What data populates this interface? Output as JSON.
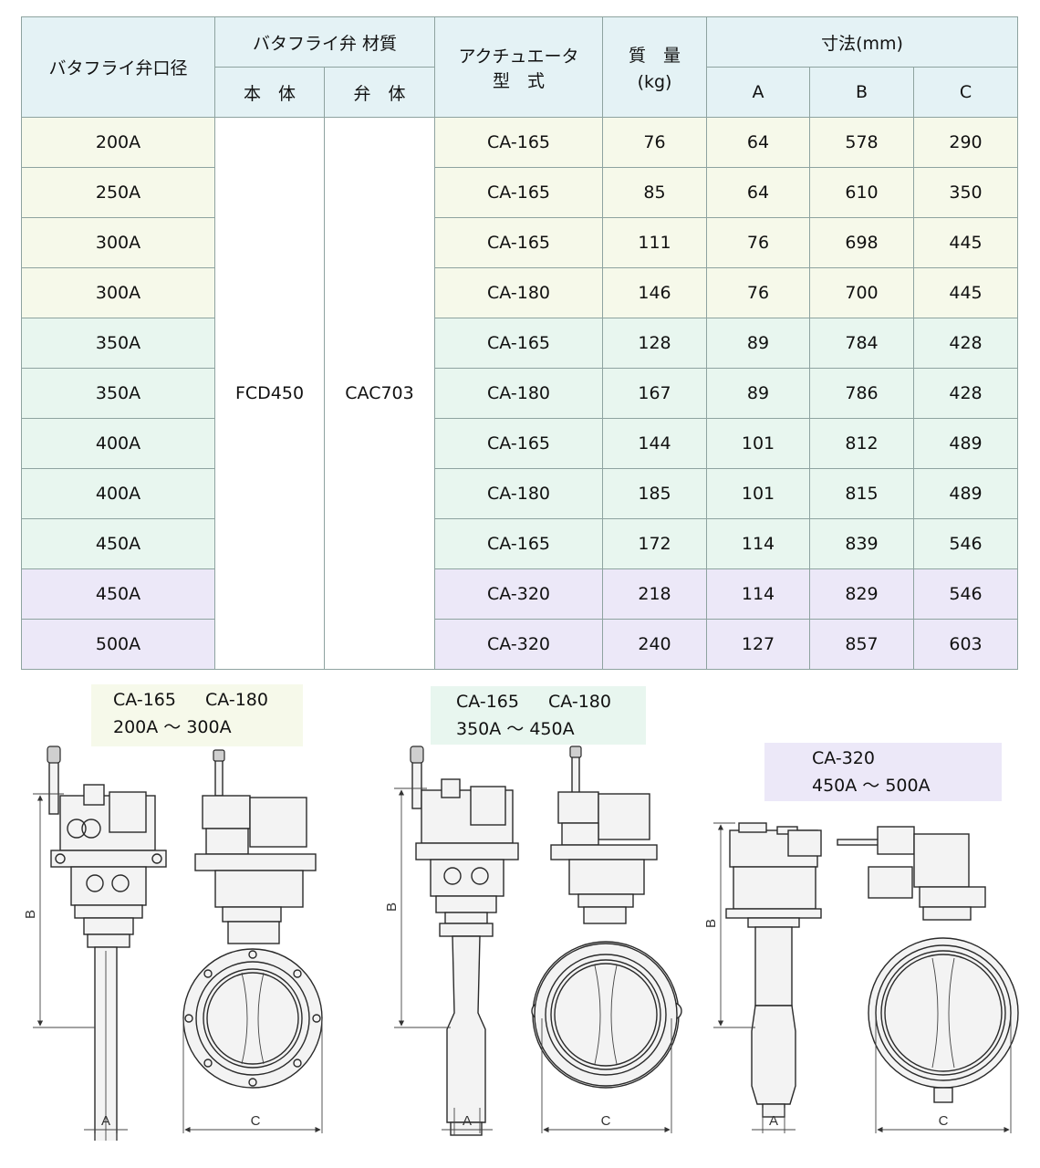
{
  "table": {
    "headers": {
      "bore": "バタフライ弁口径",
      "material": "バタフライ弁 材質",
      "body": "本　体",
      "disc": "弁　体",
      "actuator_line1": "アクチュエータ",
      "actuator_line2": "型　式",
      "mass_line1": "質　量",
      "mass_line2": "(kg)",
      "dims": "寸法(mm)",
      "dim_a": "A",
      "dim_b": "B",
      "dim_c": "C"
    },
    "body_material": "FCD450",
    "disc_material": "CAC703",
    "rows": [
      {
        "size": "200A",
        "actuator": "CA-165",
        "mass": "76",
        "a": "64",
        "b": "578",
        "c": "290"
      },
      {
        "size": "250A",
        "actuator": "CA-165",
        "mass": "85",
        "a": "64",
        "b": "610",
        "c": "350"
      },
      {
        "size": "300A",
        "actuator": "CA-165",
        "mass": "111",
        "a": "76",
        "b": "698",
        "c": "445"
      },
      {
        "size": "300A",
        "actuator": "CA-180",
        "mass": "146",
        "a": "76",
        "b": "700",
        "c": "445"
      },
      {
        "size": "350A",
        "actuator": "CA-165",
        "mass": "128",
        "a": "89",
        "b": "784",
        "c": "428"
      },
      {
        "size": "350A",
        "actuator": "CA-180",
        "mass": "167",
        "a": "89",
        "b": "786",
        "c": "428"
      },
      {
        "size": "400A",
        "actuator": "CA-165",
        "mass": "144",
        "a": "101",
        "b": "812",
        "c": "489"
      },
      {
        "size": "400A",
        "actuator": "CA-180",
        "mass": "185",
        "a": "101",
        "b": "815",
        "c": "489"
      },
      {
        "size": "450A",
        "actuator": "CA-165",
        "mass": "172",
        "a": "114",
        "b": "839",
        "c": "546"
      },
      {
        "size": "450A",
        "actuator": "CA-320",
        "mass": "218",
        "a": "114",
        "b": "829",
        "c": "546"
      },
      {
        "size": "500A",
        "actuator": "CA-320",
        "mass": "240",
        "a": "127",
        "b": "857",
        "c": "603"
      }
    ]
  },
  "groups": [
    {
      "models_1": "CA-165",
      "models_2": "CA-180",
      "range": "200A ～ 300A"
    },
    {
      "models_1": "CA-165",
      "models_2": "CA-180",
      "range": "350A ～ 450A"
    },
    {
      "models_1": "CA-320",
      "range": "450A ～ 500A"
    }
  ],
  "drawing_labels": {
    "a": "A",
    "b": "B",
    "c": "C"
  },
  "colors": {
    "header_bg": "#e4f2f5",
    "group1_bg": "#f6f9ea",
    "group2_bg": "#e8f6ef",
    "group3_bg": "#ece8f8",
    "border": "#8ea3a0"
  }
}
